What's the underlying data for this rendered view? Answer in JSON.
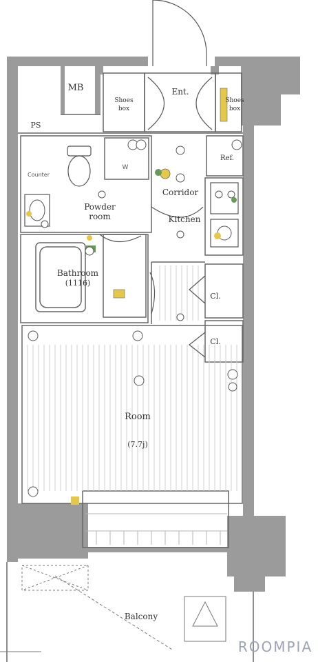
{
  "rooms": {
    "mb": "MB",
    "ps": "PS",
    "ent": "Ent.",
    "shoes_box_left_1": "Shoes",
    "shoes_box_left_2": "box",
    "shoes_box_right_1": "Shoes",
    "shoes_box_right_2": "box",
    "corridor": "Corridor",
    "kitchen": "Kitchen",
    "ref": "Ref.",
    "powder_room_1": "Powder",
    "powder_room_2": "room",
    "bathroom_1": "Bathroom",
    "bathroom_2": "(1116)",
    "room": "Room",
    "room_size": "(7.7j)",
    "cl_1": "Cl.",
    "cl_2": "Cl.",
    "balcony": "Balcony",
    "counter": "Counter",
    "washer": "W"
  },
  "watermark": {
    "brand": "ROOMPIA"
  },
  "colors": {
    "wall": "#999999",
    "line": "#444444",
    "fixture_yellow": "#e5c84a",
    "fixture_green": "#6a9a5a",
    "floor_line": "#c8c8c8"
  }
}
